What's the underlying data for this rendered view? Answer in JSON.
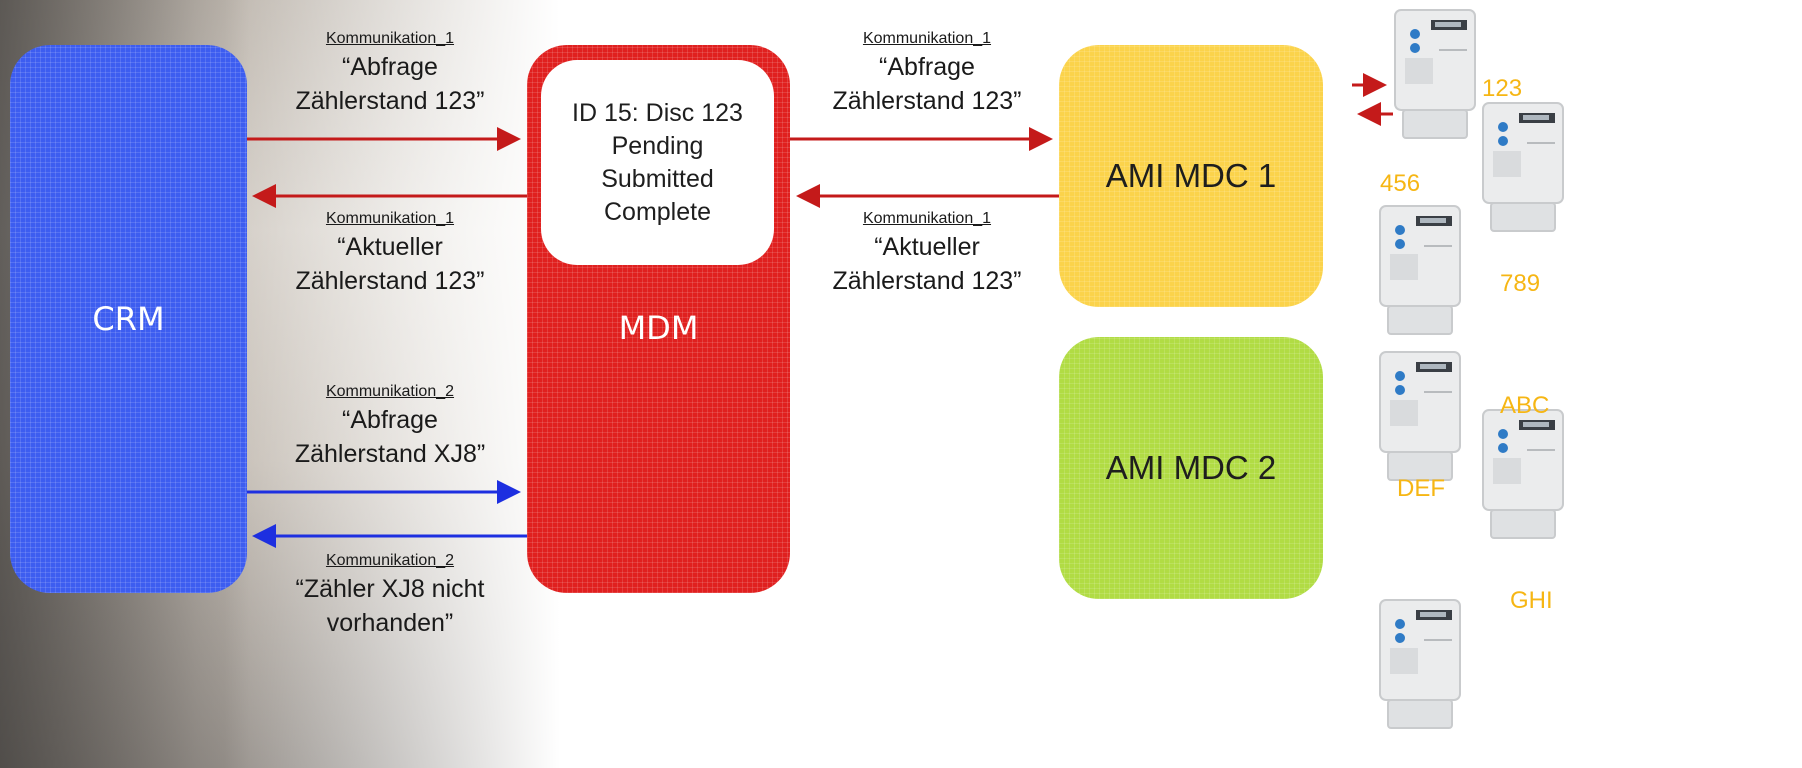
{
  "systems": {
    "crm": "CRM",
    "mdm": {
      "label": "MDM",
      "status_lines": [
        "ID 15: Disc 123",
        "Pending",
        "Submitted",
        "Complete"
      ]
    },
    "mdc1": "AMI MDC 1",
    "mdc2": "AMI MDC 2"
  },
  "messages": {
    "crm_to_mdm_1": {
      "tag": "Kommunikation_1",
      "text_line1": "“Abfrage",
      "text_line2": "Zählerstand 123”"
    },
    "mdm_to_crm_1": {
      "tag": "Kommunikation_1",
      "text_line1": "“Aktueller",
      "text_line2": "Zählerstand 123”"
    },
    "crm_to_mdm_2": {
      "tag": "Kommunikation_2",
      "text_line1": "“Abfrage",
      "text_line2": "Zählerstand XJ8”"
    },
    "mdm_to_crm_2": {
      "tag": "Kommunikation_2",
      "text_line1": "“Zähler XJ8 nicht",
      "text_line2": "vorhanden”"
    },
    "mdm_to_mdc_1": {
      "tag": "Kommunikation_1",
      "text_line1": "“Abfrage",
      "text_line2": "Zählerstand 123”"
    },
    "mdc_to_mdm_1": {
      "tag": "Kommunikation_1",
      "text_line1": "“Aktueller",
      "text_line2": "Zählerstand 123”"
    }
  },
  "meters": [
    {
      "id": "123"
    },
    {
      "id": "456"
    },
    {
      "id": "789"
    },
    {
      "id": "ABC"
    },
    {
      "id": "DEF"
    },
    {
      "id": "GHI"
    }
  ],
  "colors": {
    "crm": "#3d5df0",
    "mdm": "#e0201f",
    "mdc1": "#fbd34b",
    "mdc2": "#b1dc44",
    "arrow_red": "#c41a1a",
    "arrow_blue": "#1d2fe0",
    "meter_id": "#f6b614"
  }
}
